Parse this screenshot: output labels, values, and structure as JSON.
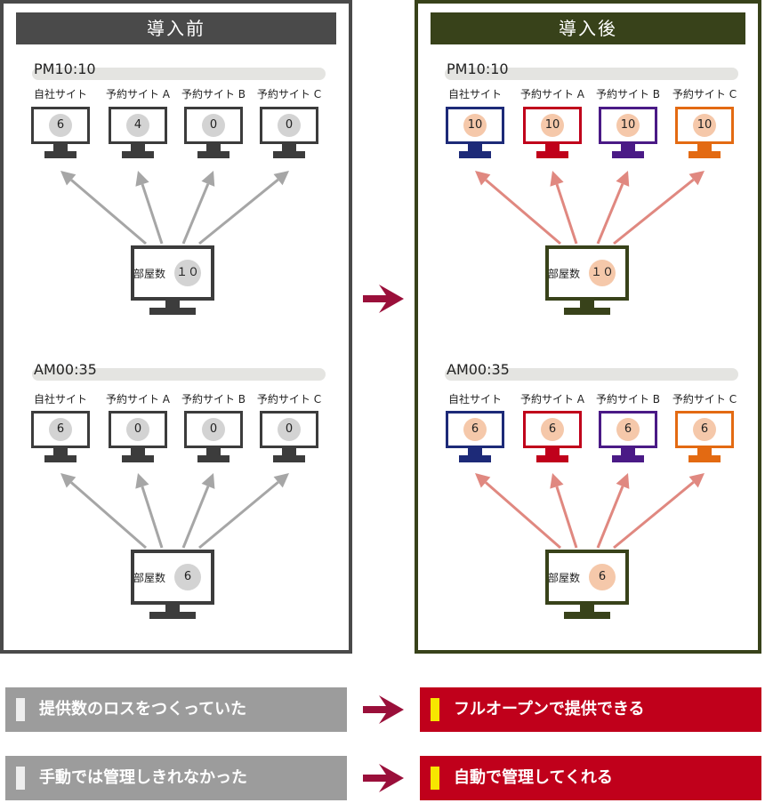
{
  "before": {
    "title": "導入前",
    "scenes": [
      {
        "time": "PM10:10",
        "main_label": "部屋数",
        "main_value": "１０",
        "sites": [
          {
            "label": "自社サイト",
            "value": "6"
          },
          {
            "label": "予約サイト A",
            "value": "4"
          },
          {
            "label": "予約サイト B",
            "value": "0"
          },
          {
            "label": "予約サイト C",
            "value": "0"
          }
        ]
      },
      {
        "time": "AM00:35",
        "main_label": "部屋数",
        "main_value": "6",
        "sites": [
          {
            "label": "自社サイト",
            "value": "6"
          },
          {
            "label": "予約サイト A",
            "value": "0"
          },
          {
            "label": "予約サイト B",
            "value": "0"
          },
          {
            "label": "予約サイト C",
            "value": "0"
          }
        ]
      }
    ]
  },
  "after": {
    "title": "導入後",
    "scenes": [
      {
        "time": "PM10:10",
        "main_label": "部屋数",
        "main_value": "１０",
        "sites": [
          {
            "label": "自社サイト",
            "value": "10"
          },
          {
            "label": "予約サイト A",
            "value": "10"
          },
          {
            "label": "予約サイト B",
            "value": "10"
          },
          {
            "label": "予約サイト C",
            "value": "10"
          }
        ]
      },
      {
        "time": "AM00:35",
        "main_label": "部屋数",
        "main_value": "6",
        "sites": [
          {
            "label": "自社サイト",
            "value": "6"
          },
          {
            "label": "予約サイト A",
            "value": "6"
          },
          {
            "label": "予約サイト B",
            "value": "6"
          },
          {
            "label": "予約サイト C",
            "value": "6"
          }
        ]
      }
    ]
  },
  "comparisons": [
    {
      "before": "提供数のロスをつくっていた",
      "after": "フルオープンで提供できる"
    },
    {
      "before": "手動では管理しきれなかった",
      "after": "自動で管理してくれる"
    }
  ],
  "colors": {
    "before_frame": "#4a4a4a",
    "after_frame": "#38421a",
    "gray_monitor": "#3c3c3c",
    "gray_badge": "#d3d3d3",
    "gray_arrow": "#a6a6a6",
    "site_colors": [
      "#1d2a78",
      "#c0001b",
      "#4a1a86",
      "#e36a12"
    ],
    "peach_badge": "#f5c8aa",
    "salmon_arrow": "#e08880",
    "maroon_arrow": "#9a0f3a"
  }
}
